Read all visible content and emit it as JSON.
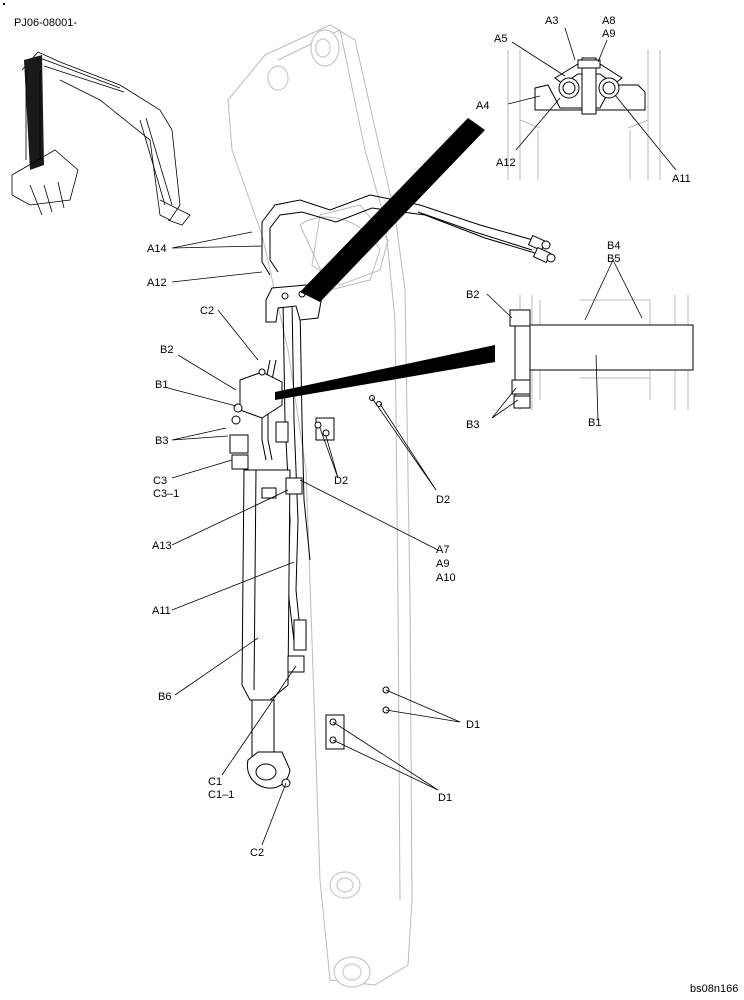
{
  "header": {
    "code": "PJ06-08001-"
  },
  "footer": {
    "figure_code": "bs08n166"
  },
  "labels": {
    "A3": "A3",
    "A5": "A5",
    "A8": "A8",
    "A9_top": "A9",
    "A4": "A4",
    "A12_detail": "A12",
    "A11_detail": "A11",
    "A14": "A14",
    "A12": "A12",
    "C2_upper": "C2",
    "B2": "B2",
    "B1": "B1",
    "B3": "B3",
    "C3": "C3",
    "C3_1": "C3–1",
    "A13": "A13",
    "A11": "A11",
    "B6": "B6",
    "C1": "C1",
    "C1_1": "C1–1",
    "C2_lower": "C2",
    "D2_left": "D2",
    "D2_right": "D2",
    "A7": "A7",
    "A9": "A9",
    "A10": "A10",
    "D1_upper": "D1",
    "D1_lower": "D1",
    "B4": "B4",
    "B5": "B5",
    "B2_detail": "B2",
    "B3_detail": "B3",
    "B1_detail": "B1"
  },
  "colors": {
    "line": "#000000",
    "ghost": "#bbbbbb"
  }
}
